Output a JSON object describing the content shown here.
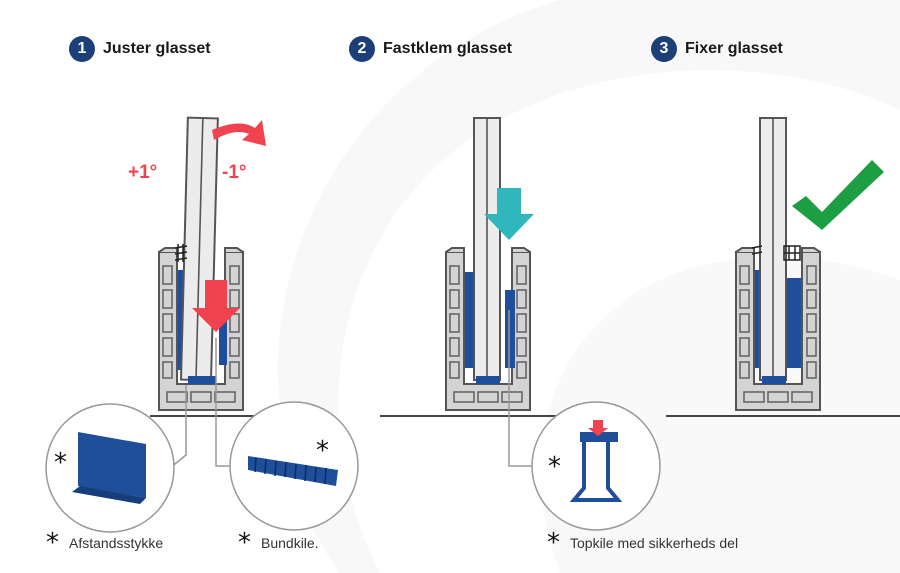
{
  "steps": [
    {
      "number": "1",
      "title": "Juster glasset"
    },
    {
      "number": "2",
      "title": "Fastklem glasset"
    },
    {
      "number": "3",
      "title": "Fixer glasset"
    }
  ],
  "angles": {
    "plus": "+1°",
    "minus": "-1°"
  },
  "captions": [
    {
      "symbol": "*",
      "text": "Afstandsstykke"
    },
    {
      "symbol": "*",
      "text": "Bundkile."
    },
    {
      "symbol": "*",
      "text": "Topkile med sikkerheds del"
    }
  ],
  "callouts": {
    "star": "*"
  },
  "colors": {
    "step_badge": "#1d3f77",
    "part_blue": "#1f4f9b",
    "arrow_red": "#f0424f",
    "arrow_teal": "#2fb7bd",
    "check_green": "#1e9e43",
    "profile_gray": "#6b6b6b"
  }
}
